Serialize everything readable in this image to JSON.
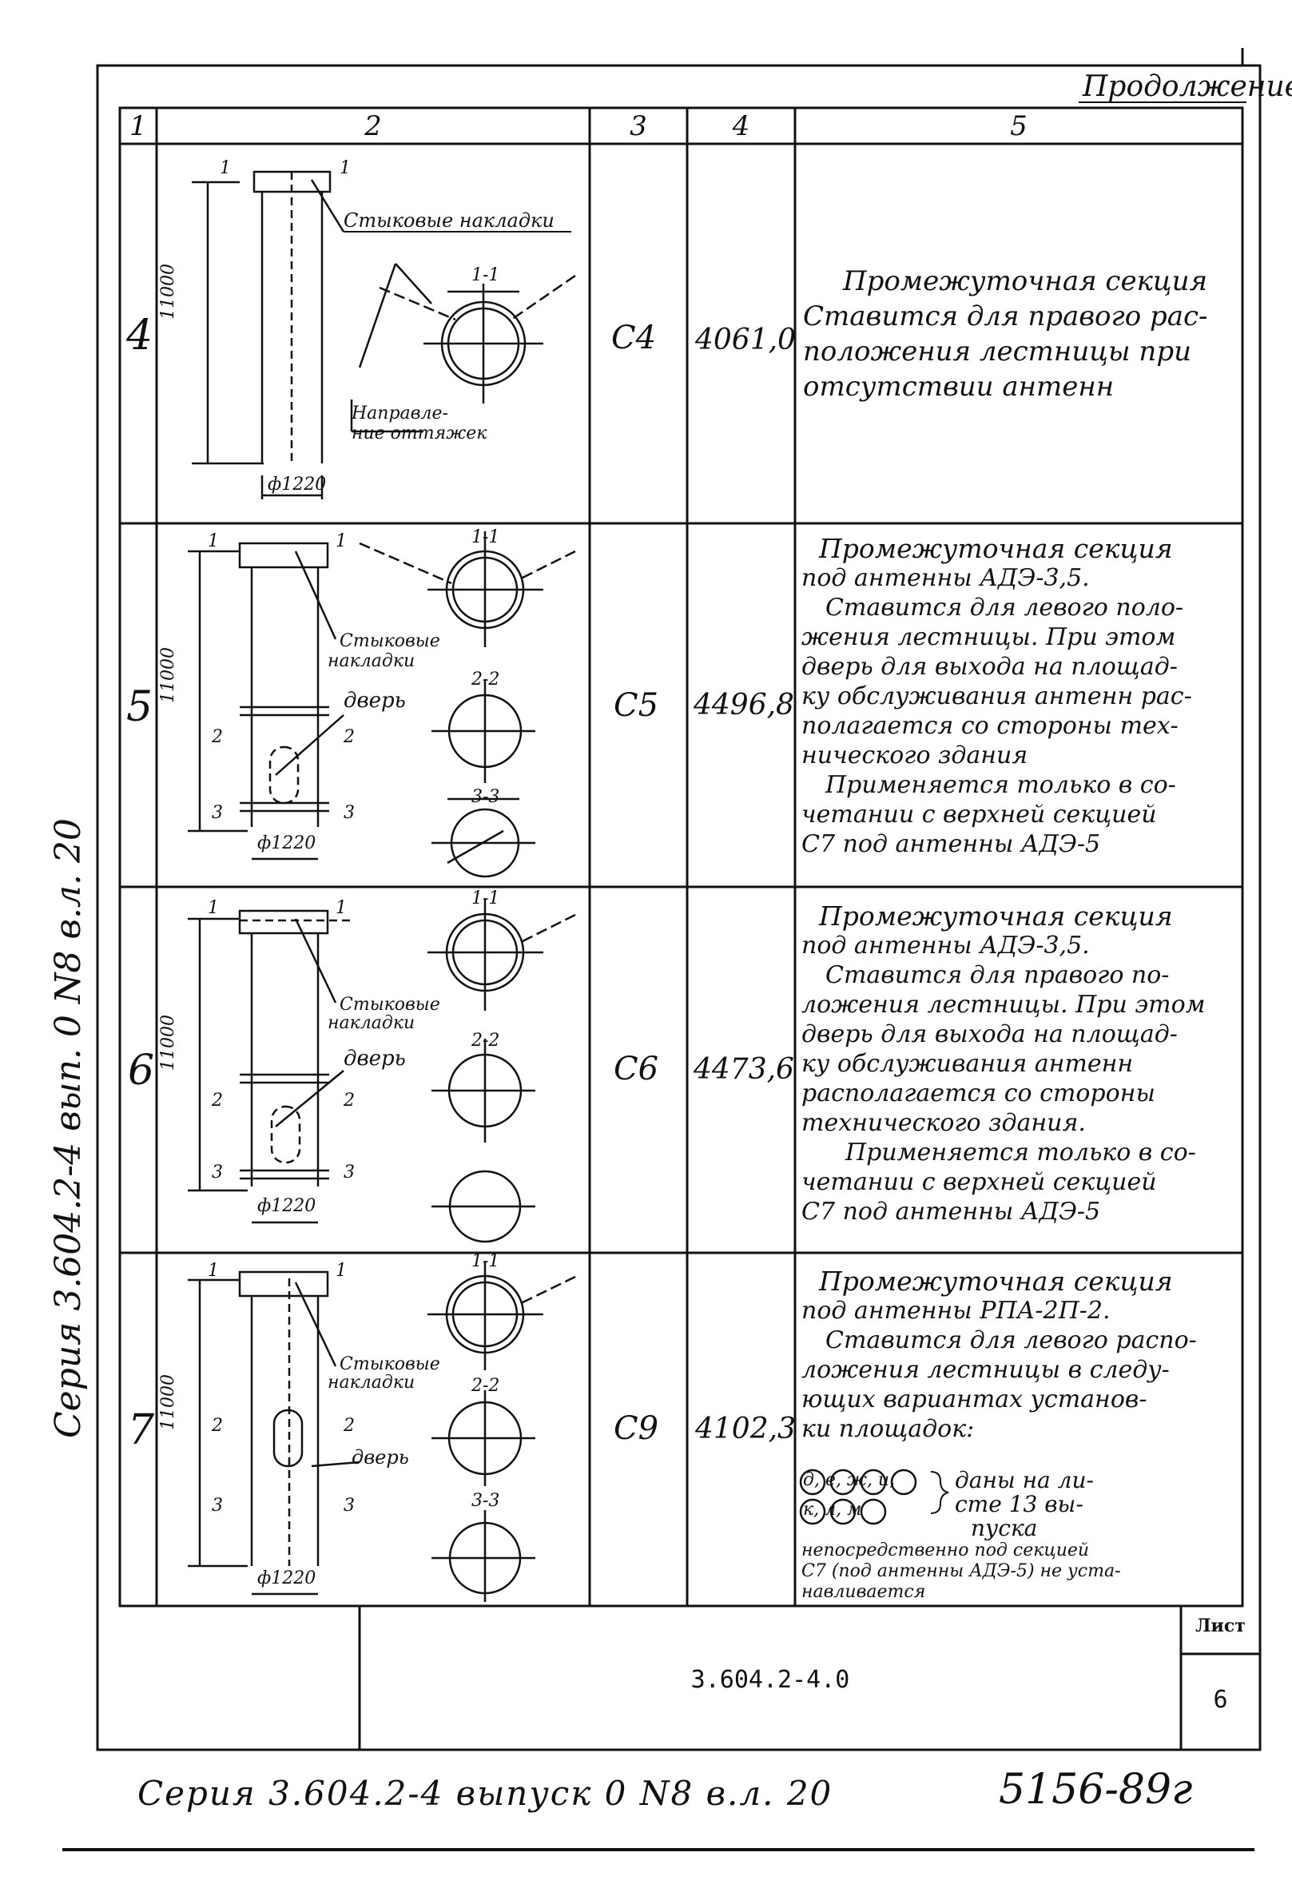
{
  "header": {
    "continuation": "Продолжение"
  },
  "columns": [
    "1",
    "2",
    "3",
    "4",
    "5"
  ],
  "labels": {
    "splice_plates": "Стыковые накладки",
    "splice_plates_l1": "Стыковые",
    "splice_plates_l2": "накладки",
    "door": "дверь",
    "guy_dir_l1": "Направле-",
    "guy_dir_l2": "ние оттяжек",
    "diameter": "ф1220",
    "height": "11000",
    "sec11": "1-1",
    "sec22": "2-2",
    "sec33": "3-3",
    "mk1": "1",
    "mk2": "2",
    "mk3": "3"
  },
  "rows": [
    {
      "num": "4",
      "code": "С4",
      "mass": "4061,0",
      "desc": [
        "Промежуточная секция",
        "Ставится для правого рас-",
        "положения лестницы при",
        "отсутствии антенн"
      ]
    },
    {
      "num": "5",
      "code": "С5",
      "mass": "4496,8",
      "desc": [
        "Промежуточная секция",
        "под антенны АДЭ-3,5.",
        "Ставится для левого поло-",
        "жения лестницы. При этом",
        "дверь для выхода на площад-",
        "ку обслуживания антенн рас-",
        "полагается со стороны тех-",
        "нического здания",
        "Применяется только в со-",
        "четании с верхней секцией",
        "С7 под антенны АДЭ-5"
      ]
    },
    {
      "num": "6",
      "code": "С6",
      "mass": "4473,6",
      "desc": [
        "Промежуточная секция",
        "под антенны АДЭ-3,5.",
        "Ставится для правого по-",
        "ложения лестницы. При этом",
        "дверь для выхода на площад-",
        "ку обслуживания антенн",
        "располагается со стороны",
        "технического здания.",
        "Применяется только в со-",
        "четании с верхней секцией",
        "С7 под антенны АДЭ-5"
      ]
    },
    {
      "num": "7",
      "code": "С9",
      "mass": "4102,3",
      "desc": [
        "Промежуточная секция",
        "под антенны РПА-2П-2.",
        "Ставится для левого распо-",
        "ложения лестницы в следу-",
        "ющих вариантах установ-",
        "ки площадок:"
      ],
      "variants_l1": "д, е, ж, и,",
      "variants_l2": "к, л, м",
      "variants_note": [
        "даны на ли-",
        "сте 13 вы-",
        "пуска"
      ],
      "desc_tail": [
        "непосредственно под секцией",
        "С7 (под антенны АДЭ-5) не уста-",
        "навливается"
      ]
    }
  ],
  "title_block": {
    "doc_number": "3.604.2-4.0",
    "sheet_label": "Лист",
    "sheet_number": "6"
  },
  "margin_note": "Серия 3.604.2-4 вып. 0 N8 в.л. 20",
  "footer": {
    "series": "Серия 3.604.2-4 выпуск 0 N8 в.л. 20",
    "stamp": "5156-89г"
  }
}
